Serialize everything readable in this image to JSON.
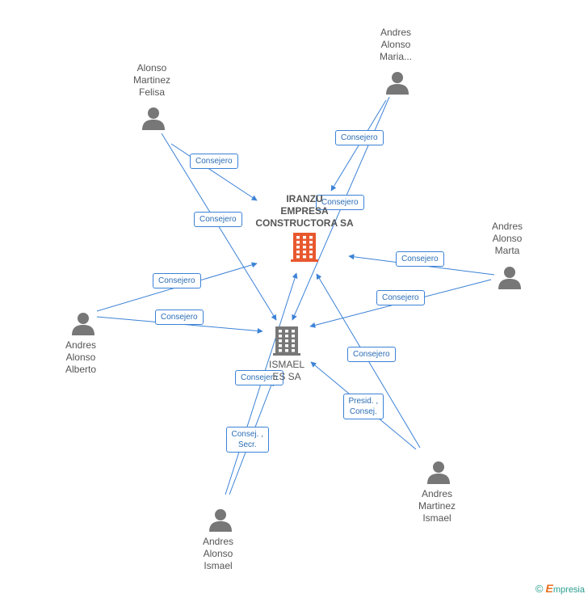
{
  "companies": [
    {
      "id": "iranzu",
      "label": "IRANZU\nEMPRESA\nCONSTRUCTORA SA",
      "color": "#e8582f"
    },
    {
      "id": "ismael",
      "label": "ISMAEL\nES SA",
      "color": "#777777"
    }
  ],
  "persons": [
    {
      "id": "felisa",
      "label": "Alonso\nMartinez\nFelisa"
    },
    {
      "id": "maria",
      "label": "Andres\nAlonso\nMaria..."
    },
    {
      "id": "marta",
      "label": "Andres\nAlonso\nMarta"
    },
    {
      "id": "alberto",
      "label": "Andres\nAlonso\nAlberto"
    },
    {
      "id": "ismael_p",
      "label": "Andres\nMartinez\nIsmael"
    },
    {
      "id": "ismael_a",
      "label": "Andres\nAlonso\nIsmael"
    }
  ],
  "edges": [
    {
      "from": "felisa",
      "to": "iranzu",
      "label": "Consejero"
    },
    {
      "from": "felisa",
      "to": "ismael",
      "label": "Consejero"
    },
    {
      "from": "maria",
      "to": "iranzu",
      "label": "Consejero"
    },
    {
      "from": "maria",
      "to": "ismael",
      "label": "Consejero"
    },
    {
      "from": "marta",
      "to": "iranzu",
      "label": "Consejero"
    },
    {
      "from": "marta",
      "to": "ismael",
      "label": "Consejero"
    },
    {
      "from": "alberto",
      "to": "iranzu",
      "label": "Consejero"
    },
    {
      "from": "alberto",
      "to": "ismael",
      "label": "Consejero"
    },
    {
      "from": "ismael_p",
      "to": "iranzu",
      "label": "Consejero"
    },
    {
      "from": "ismael_p",
      "to": "ismael",
      "label": "Presid. ,\nConsej."
    },
    {
      "from": "ismael_a",
      "to": "iranzu",
      "label": "Consej. ,\nSecr."
    },
    {
      "from": "ismael_a",
      "to": "ismael",
      "label": "Consejero"
    }
  ],
  "colors": {
    "edge": "#3b82d6",
    "person_icon": "#777777"
  },
  "footer": {
    "symbol": "©",
    "brand_initial": "E",
    "brand_rest": "mpresia"
  }
}
